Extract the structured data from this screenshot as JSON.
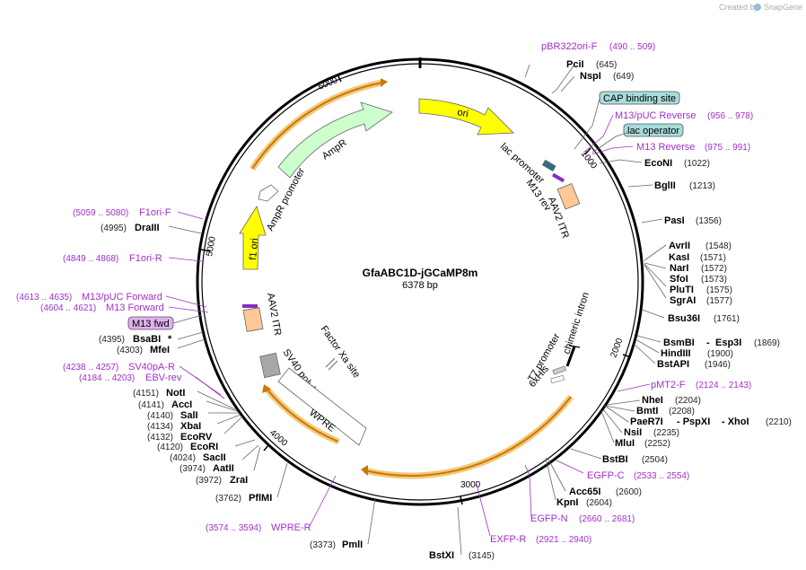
{
  "header": {
    "created_by": "Created by",
    "app_name": "SnapGene"
  },
  "plasmid": {
    "name": "GfaABC1D-jGCaMP8m",
    "length": "6378 bp"
  },
  "ticks": {
    "t1000": "1000",
    "t2000": "2000",
    "t3000": "3000",
    "t4000": "4000",
    "t5000": "5000",
    "t6000": "6000"
  },
  "features": {
    "ori": "ori",
    "ampr": "AmpR",
    "ampr_promoter": "AmpR promoter",
    "f1_ori": "f1 ori",
    "lac_promoter": "lac promoter",
    "m13_rev": "M13 rev",
    "aav2_itr_right": "AAV2 ITR",
    "chimeric_intron": "chimeric intron",
    "t7_promoter": "T7 promoter",
    "sixxhis": "6xHis",
    "aav2_itr_left": "AAV2 ITR",
    "factor_xa": "Factor Xa site",
    "sv40": "SV40 poly(A) signal",
    "wpre": "WPRE",
    "cap_site": "CAP binding site",
    "lac_operator": "lac operator",
    "m13_fwd": "M13 fwd"
  },
  "enzymes": {
    "pcii": {
      "name": "PciI",
      "pos": "(645)"
    },
    "nspi": {
      "name": "NspI",
      "pos": "(649)"
    },
    "econi": {
      "name": "EcoNI",
      "pos": "(1022)"
    },
    "bglii": {
      "name": "BglII",
      "pos": "(1213)"
    },
    "pasi": {
      "name": "PasI",
      "pos": "(1356)"
    },
    "avrii": {
      "name": "AvrII",
      "pos": "(1548)"
    },
    "kasi": {
      "name": "KasI",
      "pos": "(1571)"
    },
    "nari": {
      "name": "NarI",
      "pos": "(1572)"
    },
    "sfoi": {
      "name": "SfoI",
      "pos": "(1573)"
    },
    "pluti": {
      "name": "PluTI",
      "pos": "(1575)"
    },
    "sgrai": {
      "name": "SgrAI",
      "pos": "(1577)"
    },
    "bsu36i": {
      "name": "Bsu36I",
      "pos": "(1761)"
    },
    "bsmbi": {
      "name": "BsmBI",
      "sep": "-",
      "name2": "Esp3I",
      "pos": "(1869)"
    },
    "hindiii": {
      "name": "HindIII",
      "pos": "(1900)"
    },
    "bstapi": {
      "name": "BstAPI",
      "pos": "(1946)"
    },
    "nhei": {
      "name": "NheI",
      "pos": "(2204)"
    },
    "bmti": {
      "name": "BmtI",
      "pos": "(2208)"
    },
    "paer7i": {
      "name": "PaeR7I",
      "sep": "- PspXI",
      "sep2": "- XhoI",
      "pos": "(2210)"
    },
    "nsii": {
      "name": "NsiI",
      "pos": "(2235)"
    },
    "mlui": {
      "name": "MluI",
      "pos": "(2252)"
    },
    "bstbi": {
      "name": "BstBI",
      "pos": "(2504)"
    },
    "acc65i": {
      "name": "Acc65I",
      "pos": "(2600)"
    },
    "kpni": {
      "name": "KpnI",
      "pos": "(2604)"
    },
    "bstxi": {
      "name": "BstXI",
      "pos": "(3145)"
    },
    "pmli": {
      "name": "PmlI",
      "pos": "(3373)"
    },
    "pflmi": {
      "name": "PflMI",
      "pos": "(3762)"
    },
    "zrai": {
      "name": "ZraI",
      "pos": "(3972)"
    },
    "aatii": {
      "name": "AatII",
      "pos": "(3974)"
    },
    "sacii": {
      "name": "SacII",
      "pos": "(4024)"
    },
    "ecori": {
      "name": "EcoRI",
      "pos": "(4120)"
    },
    "ecorv": {
      "name": "EcoRV",
      "pos": "(4132)"
    },
    "xbai": {
      "name": "XbaI",
      "pos": "(4134)"
    },
    "sali": {
      "name": "SalI",
      "pos": "(4140)"
    },
    "acci": {
      "name": "AccI",
      "pos": "(4141)"
    },
    "noti": {
      "name": "NotI",
      "pos": "(4151)"
    },
    "mfei": {
      "name": "MfeI",
      "pos": "(4303)"
    },
    "bsabi": {
      "name": "BsaBI",
      "star": "*",
      "pos": "(4395)"
    },
    "draiii": {
      "name": "DraIII",
      "pos": "(4995)"
    }
  },
  "primers": {
    "pbr322": {
      "name": "pBR322ori-F",
      "range": "(490 .. 509)"
    },
    "m13puc_rev": {
      "name": "M13/pUC Reverse",
      "range": "(956 .. 978)"
    },
    "m13_rev": {
      "name": "M13 Reverse",
      "range": "(975 .. 991)"
    },
    "pmt2": {
      "name": "pMT2-F",
      "range": "(2124 .. 2143)"
    },
    "egfpc": {
      "name": "EGFP-C",
      "range": "(2533 .. 2554)"
    },
    "egfpn": {
      "name": "EGFP-N",
      "range": "(2660 .. 2681)"
    },
    "exfpr": {
      "name": "EXFP-R",
      "range": "(2921 .. 2940)"
    },
    "wprer": {
      "name": "WPRE-R",
      "range": "(3574 .. 3594)"
    },
    "ebvrev": {
      "name": "EBV-rev",
      "range": "(4184 .. 4203)"
    },
    "sv40r": {
      "name": "SV40pA-R",
      "range": "(4238 .. 4257)"
    },
    "m13fwd": {
      "name": "M13 Forward",
      "range": "(4604 .. 4621)"
    },
    "m13pucfwd": {
      "name": "M13/pUC Forward",
      "range": "(4613 .. 4635)"
    },
    "f1orir": {
      "name": "F1ori-R",
      "range": "(4849 .. 4868)"
    },
    "f1orif": {
      "name": "F1ori-F",
      "range": "(5059 .. 5080)"
    }
  },
  "colors": {
    "primer": "#a030c8",
    "ori": "#ffff00",
    "ampr": "#ccffcc",
    "orf": "#f0a040",
    "itr": "#ffc896",
    "cap": "#a8dcdc"
  }
}
